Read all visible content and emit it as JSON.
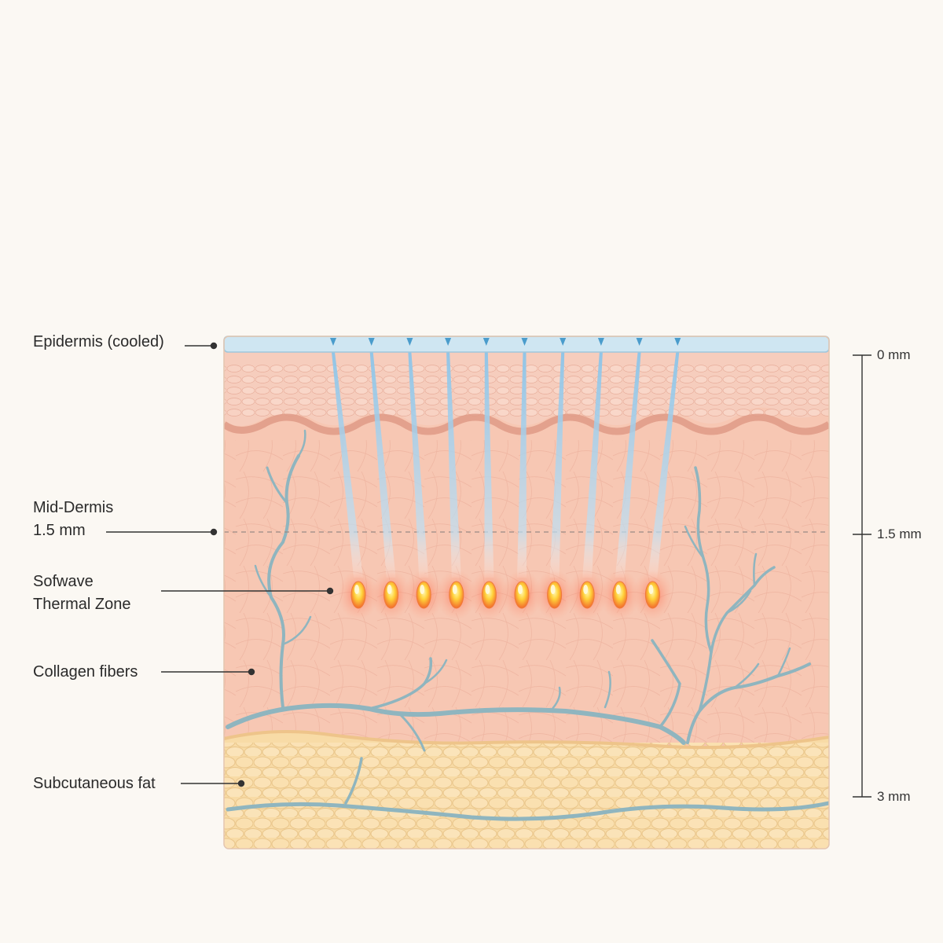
{
  "labels": {
    "epidermis": "Epidermis (cooled)",
    "mid_dermis_line1": "Mid-Dermis",
    "mid_dermis_line2": "1.5 mm",
    "thermal_line1": "Sofwave",
    "thermal_line2": "Thermal Zone",
    "collagen": "Collagen fibers",
    "fat": "Subcutaneous fat"
  },
  "depth_scale": [
    "0 mm",
    "1.5 mm",
    "3 mm"
  ],
  "beam_count": 10,
  "colors": {
    "background": "#fbf8f3",
    "epidermis": "#cfe6f2",
    "dermis": "#f7c7b3",
    "fat": "#f8dba6",
    "vessel": "#8fb5bf",
    "beam": "#8cc4e8",
    "thermal_core": "#ffd23a",
    "thermal_glow": "#ff5a3c",
    "leader": "#333333"
  }
}
